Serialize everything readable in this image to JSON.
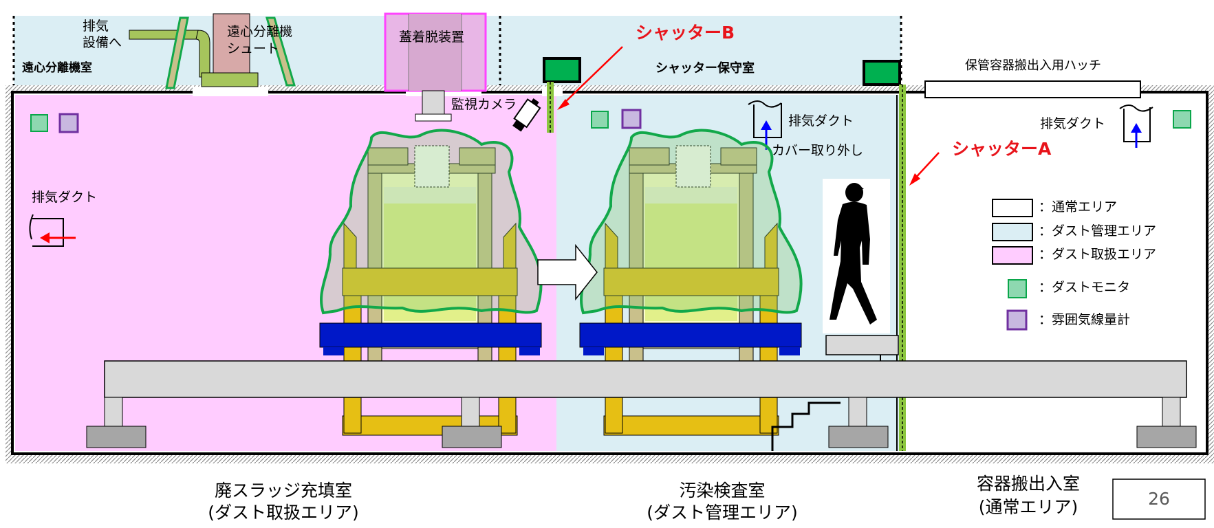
{
  "labels": {
    "exhaust_to_equipment_1": "排気",
    "exhaust_to_equipment_2": "設備へ",
    "centrifuge_chute_1": "遠心分離機",
    "centrifuge_chute_2": "シュート",
    "centrifuge_room": "遠心分離機室",
    "deposition_remover": "蓋着脱装置",
    "shutter_b": "シャッターB",
    "shutter_room": "シャッター保守室",
    "hatch": "保管容器搬出入用ハッチ",
    "surveillance_camera": "監視カメラ",
    "exhaust_duct_mid": "排気ダクト",
    "cover_removal": "カバー取り外し",
    "exhaust_duct_right": "排気ダクト",
    "shutter_a": "シャッターA",
    "exhaust_duct_left": "排気ダクト",
    "room_sludge_1": "廃スラッジ充填室",
    "room_sludge_2": "(ダスト取扱エリア)",
    "room_inspection_1": "汚染検査室",
    "room_inspection_2": "(ダスト管理エリア)",
    "room_transfer_1": "容器搬出入室",
    "room_transfer_2": "(通常エリア)",
    "page_number": "26"
  },
  "legend": [
    {
      "label": "：通常エリア",
      "fill": "#ffffff",
      "stroke": "#000000"
    },
    {
      "label": "：ダスト管理エリア",
      "fill": "#dbeef4",
      "stroke": "#000000"
    },
    {
      "label": "：ダスト取扱エリア",
      "fill": "#ffccff",
      "stroke": "#000000"
    },
    {
      "label": "：ダストモニタ",
      "fill": "#8ed8b0",
      "stroke": "#0aa64a"
    },
    {
      "label": "：雰囲気線量計",
      "fill": "#c8b8e0",
      "stroke": "#7030a0"
    }
  ],
  "colors": {
    "dust_handling_area": "#ffccff",
    "dust_control_area": "#dbeef4",
    "normal_area": "#ffffff",
    "shutter_green": "#8cc63f",
    "container_outline": "#12a84a",
    "pallet_blue": "#0018c8",
    "frame_yellow": "#e6bf14",
    "beam_gray": "#d3d3d3",
    "arrow_red": "#ff0000",
    "arrow_blue": "#0000ff"
  }
}
